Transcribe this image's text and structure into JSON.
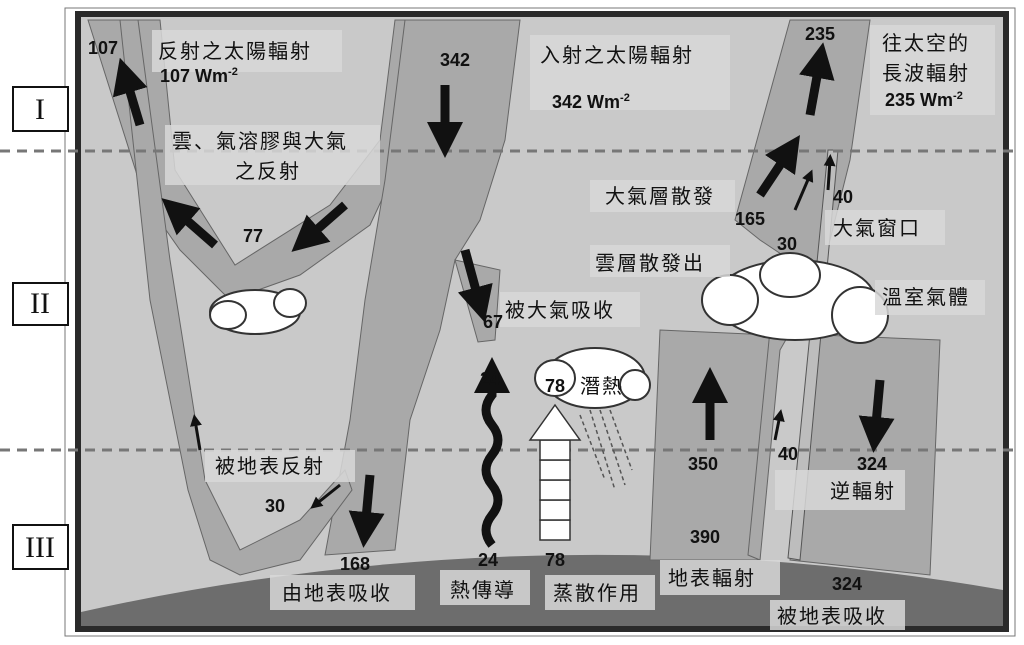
{
  "zones": [
    "I",
    "II",
    "III"
  ],
  "labels": {
    "reflected_solar": "反射之太陽輻射",
    "reflected_solar_value": "107 Wm",
    "reflected_solar_sup": "-2",
    "incoming_solar": "入射之太陽輻射",
    "incoming_solar_value": "342 Wm",
    "incoming_solar_sup": "-2",
    "outgoing_lw_1": "往太空的",
    "outgoing_lw_2": "長波輻射",
    "outgoing_lw_value": "235 Wm",
    "outgoing_lw_sup": "-2",
    "cloud_reflect_1": "雲、氣溶膠與大氣",
    "cloud_reflect_2": "之反射",
    "atmos_absorbed": "被大氣吸收",
    "latent_heat": "潛熱",
    "atmos_emission": "大氣層散發",
    "atmos_window": "大氣窗口",
    "cloud_emission": "雲層散發出",
    "greenhouse": "溫室氣體",
    "surface_reflect": "被地表反射",
    "back_radiation": "逆輻射",
    "surface_absorbed_solar": "由地表吸收",
    "thermal": "熱傳導",
    "evapotranspiration": "蒸散作用",
    "surface_radiation": "地表輻射",
    "surface_absorbed_lw": "被地表吸收"
  },
  "values": {
    "reflected_total": "107",
    "incoming": "342",
    "outgoing": "235",
    "cloud_reflect": "77",
    "atmos_absorb": "67",
    "atmos_emit": "165",
    "cloud_emit": "30",
    "window_top": "40",
    "thermal_top": "24",
    "latent_top": "78",
    "surface_emit": "350",
    "window_bottom": "40",
    "back": "324",
    "surface_reflect": "30",
    "surface_absorb": "168",
    "thermal_bottom": "24",
    "evap_bottom": "78",
    "surface_total": "390",
    "surface_absorb_lw": "324"
  }
}
